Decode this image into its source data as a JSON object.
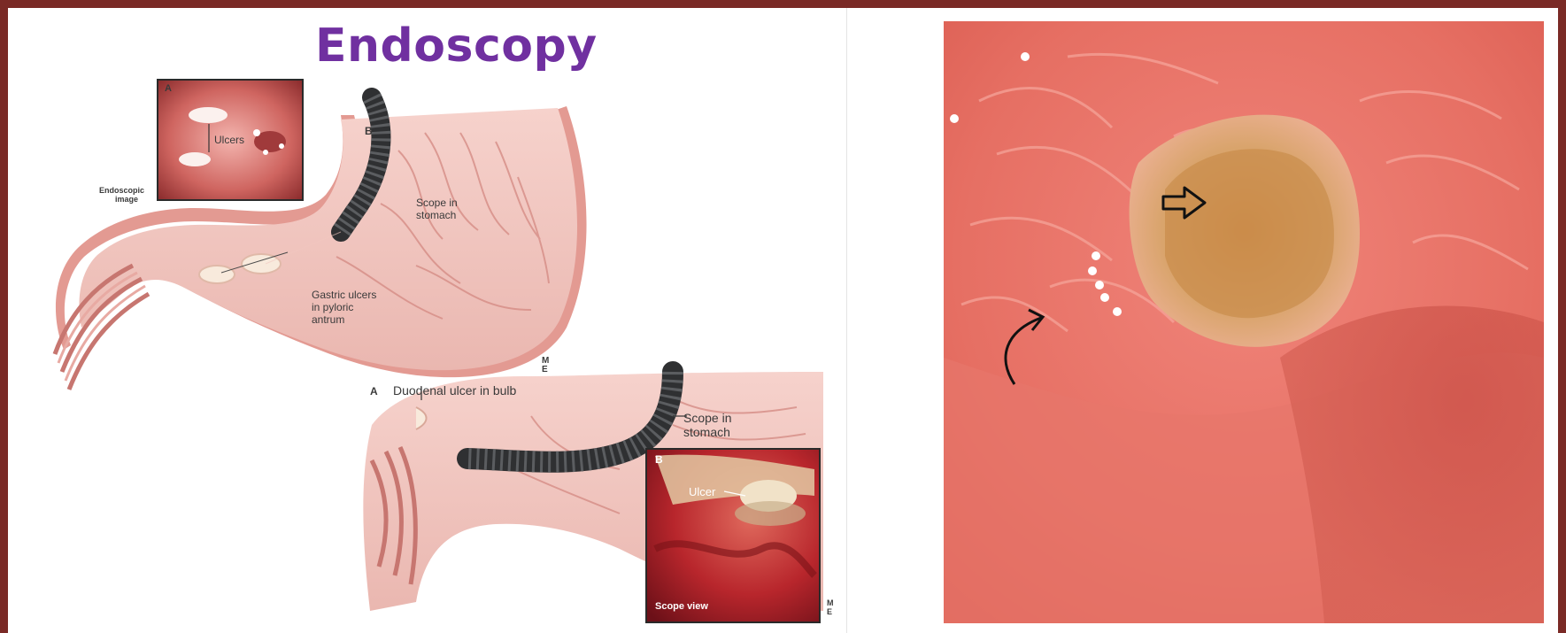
{
  "slide": {
    "title": "Endoscopy",
    "border_color": "#7a2a26",
    "title_color": "#7030a0"
  },
  "illustration_top": {
    "inset": {
      "panel_letter": "A",
      "ulcers_label": "Ulcers",
      "caption_line1": "Endoscopic",
      "caption_line2": "image"
    },
    "panel_letter": "B",
    "scope_line1": "Scope in",
    "scope_line2": "stomach",
    "gastric_line1": "Gastric ulcers",
    "gastric_line2": "in pyloric",
    "gastric_line3": "antrum"
  },
  "illustration_bottom": {
    "panel_letter": "A",
    "duodenal_label": "Duodenal ulcer in bulb",
    "scope_line1": "Scope in",
    "scope_line2": "stomach",
    "inset": {
      "panel_letter": "B",
      "ulcer_label": "Ulcer",
      "caption": "Scope view"
    }
  },
  "photo": {
    "arrows": [
      "open-arrow-icon",
      "curved-arrow-icon"
    ]
  }
}
